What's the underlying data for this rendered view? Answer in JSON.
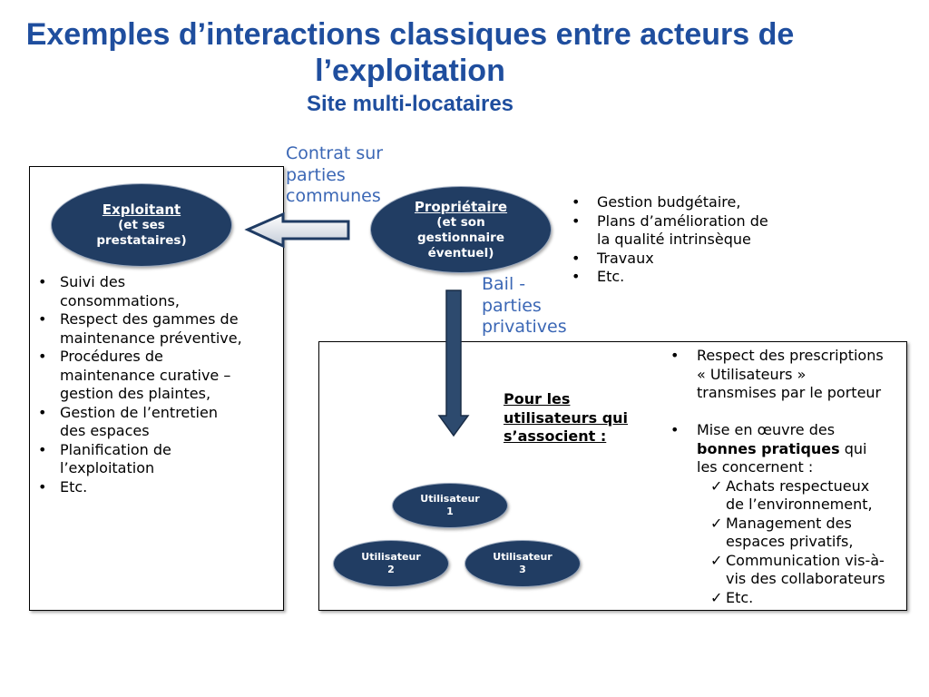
{
  "title": {
    "line1": "Exemples d’interactions classiques entre acteurs de",
    "line2": "l’exploitation",
    "subtitle": "Site multi-locataires"
  },
  "actors": {
    "exploitant": {
      "name": "Exploitant",
      "detail": "(et ses prestataires)"
    },
    "proprietaire": {
      "name": "Propriétaire",
      "detail": "(et son gestionnaire éventuel)"
    }
  },
  "labels": {
    "contrat": "Contrat sur parties communes",
    "bail": "Bail - parties privatives"
  },
  "exploitant_tasks": [
    "Suivi des consommations,",
    "Respect des gammes de maintenance préventive,",
    "Procédures de maintenance curative – gestion des plaintes,",
    "Gestion de l’entretien des espaces",
    "Planification de l’exploitation",
    "Etc."
  ],
  "proprietaire_tasks": [
    "Gestion budgétaire,",
    "Plans d’amélioration de la qualité intrinsèque",
    "Travaux",
    "Etc."
  ],
  "users": {
    "heading": "Pour les utilisateurs qui s’associent :",
    "items": [
      "Utilisateur 1",
      "Utilisateur 2",
      "Utilisateur 3"
    ]
  },
  "user_obligations": {
    "item1": "Respect des prescriptions « Utilisateurs » transmises par le porteur",
    "item2": {
      "before": "Mise en œuvre des ",
      "bold": "bonnes pratiques",
      "after": " qui les concernent :"
    },
    "checks": [
      "Achats respectueux de l’environnement,",
      "Management des espaces privatifs,",
      "Communication vis-à-vis des collaborateurs",
      "Etc."
    ]
  },
  "colors": {
    "title": "#1f4e9e",
    "label": "#3b67b5",
    "node": "#213d63"
  }
}
